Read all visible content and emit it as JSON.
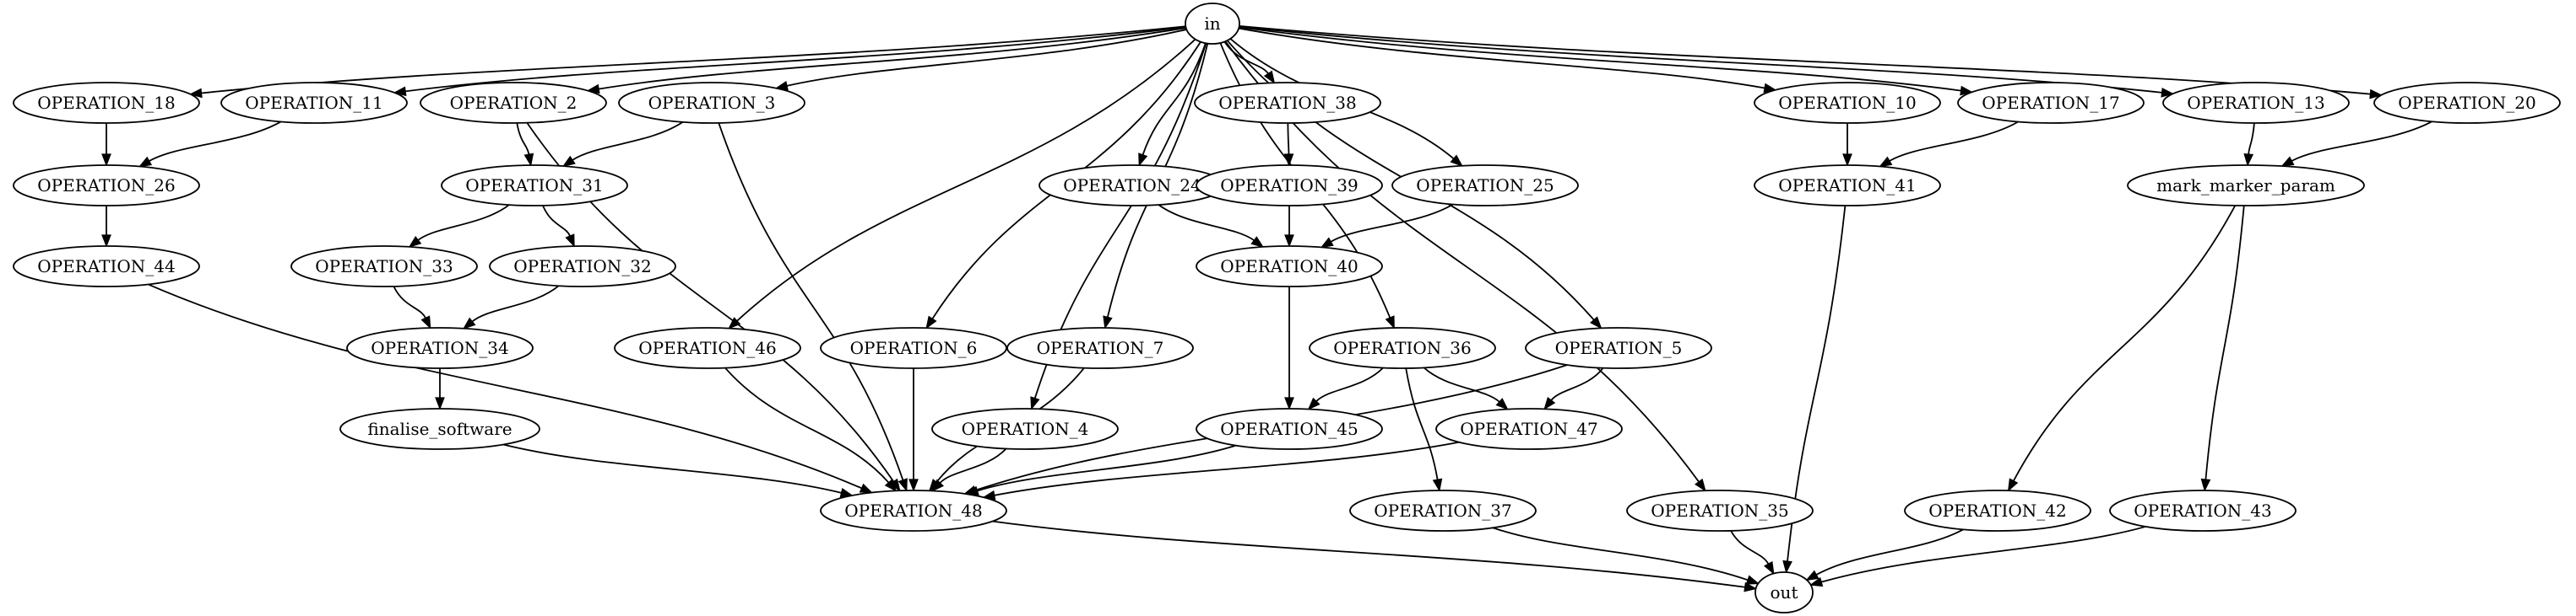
{
  "diagram": {
    "nodes": [
      {
        "id": "in",
        "label": "in"
      },
      {
        "id": "op18",
        "label": "OPERATION_18"
      },
      {
        "id": "op11",
        "label": "OPERATION_11"
      },
      {
        "id": "op2",
        "label": "OPERATION_2"
      },
      {
        "id": "op3",
        "label": "OPERATION_3"
      },
      {
        "id": "op38",
        "label": "OPERATION_38"
      },
      {
        "id": "op10",
        "label": "OPERATION_10"
      },
      {
        "id": "op17",
        "label": "OPERATION_17"
      },
      {
        "id": "op13",
        "label": "OPERATION_13"
      },
      {
        "id": "op20",
        "label": "OPERATION_20"
      },
      {
        "id": "op26",
        "label": "OPERATION_26"
      },
      {
        "id": "op31",
        "label": "OPERATION_31"
      },
      {
        "id": "op24",
        "label": "OPERATION_24"
      },
      {
        "id": "op39",
        "label": "OPERATION_39"
      },
      {
        "id": "op25",
        "label": "OPERATION_25"
      },
      {
        "id": "op41",
        "label": "OPERATION_41"
      },
      {
        "id": "mmp",
        "label": "mark_marker_param"
      },
      {
        "id": "op44",
        "label": "OPERATION_44"
      },
      {
        "id": "op33",
        "label": "OPERATION_33"
      },
      {
        "id": "op32",
        "label": "OPERATION_32"
      },
      {
        "id": "op40",
        "label": "OPERATION_40"
      },
      {
        "id": "op34",
        "label": "OPERATION_34"
      },
      {
        "id": "op46",
        "label": "OPERATION_46"
      },
      {
        "id": "op6",
        "label": "OPERATION_6"
      },
      {
        "id": "op7",
        "label": "OPERATION_7"
      },
      {
        "id": "op36",
        "label": "OPERATION_36"
      },
      {
        "id": "op5",
        "label": "OPERATION_5"
      },
      {
        "id": "fs",
        "label": "finalise_software"
      },
      {
        "id": "op4",
        "label": "OPERATION_4"
      },
      {
        "id": "op45",
        "label": "OPERATION_45"
      },
      {
        "id": "op47",
        "label": "OPERATION_47"
      },
      {
        "id": "op48",
        "label": "OPERATION_48"
      },
      {
        "id": "op37",
        "label": "OPERATION_37"
      },
      {
        "id": "op35",
        "label": "OPERATION_35"
      },
      {
        "id": "op42",
        "label": "OPERATION_42"
      },
      {
        "id": "op43",
        "label": "OPERATION_43"
      },
      {
        "id": "out",
        "label": "out"
      }
    ],
    "edges": [
      [
        "in",
        "op18"
      ],
      [
        "in",
        "op11"
      ],
      [
        "in",
        "op2"
      ],
      [
        "in",
        "op3"
      ],
      [
        "in",
        "op46"
      ],
      [
        "in",
        "op6"
      ],
      [
        "in",
        "op7"
      ],
      [
        "in",
        "op4"
      ],
      [
        "in",
        "op24"
      ],
      [
        "in",
        "op38"
      ],
      [
        "in",
        "op25"
      ],
      [
        "in",
        "op36"
      ],
      [
        "in",
        "op5"
      ],
      [
        "in",
        "op35"
      ],
      [
        "in",
        "op10"
      ],
      [
        "in",
        "op17"
      ],
      [
        "in",
        "op13"
      ],
      [
        "in",
        "op20"
      ],
      [
        "op18",
        "op26"
      ],
      [
        "op11",
        "op26"
      ],
      [
        "op26",
        "op44"
      ],
      [
        "op44",
        "op48"
      ],
      [
        "op2",
        "op31"
      ],
      [
        "op2",
        "op48"
      ],
      [
        "op3",
        "op31"
      ],
      [
        "op3",
        "op48"
      ],
      [
        "op31",
        "op33"
      ],
      [
        "op31",
        "op32"
      ],
      [
        "op33",
        "op34"
      ],
      [
        "op32",
        "op34"
      ],
      [
        "op34",
        "fs"
      ],
      [
        "fs",
        "op48"
      ],
      [
        "op46",
        "op48"
      ],
      [
        "op6",
        "op48"
      ],
      [
        "op7",
        "op48"
      ],
      [
        "op4",
        "op48"
      ],
      [
        "op38",
        "op39"
      ],
      [
        "op24",
        "op40"
      ],
      [
        "op39",
        "op40"
      ],
      [
        "op25",
        "op40"
      ],
      [
        "op40",
        "op45"
      ],
      [
        "op36",
        "op45"
      ],
      [
        "op36",
        "op47"
      ],
      [
        "op36",
        "op37"
      ],
      [
        "op5",
        "op47"
      ],
      [
        "op5",
        "op48"
      ],
      [
        "op45",
        "op48"
      ],
      [
        "op47",
        "op48"
      ],
      [
        "op10",
        "op41"
      ],
      [
        "op17",
        "op41"
      ],
      [
        "op41",
        "out"
      ],
      [
        "op13",
        "mmp"
      ],
      [
        "op20",
        "mmp"
      ],
      [
        "mmp",
        "op42"
      ],
      [
        "mmp",
        "op43"
      ],
      [
        "op48",
        "out"
      ],
      [
        "op37",
        "out"
      ],
      [
        "op35",
        "out"
      ],
      [
        "op42",
        "out"
      ],
      [
        "op43",
        "out"
      ]
    ]
  }
}
